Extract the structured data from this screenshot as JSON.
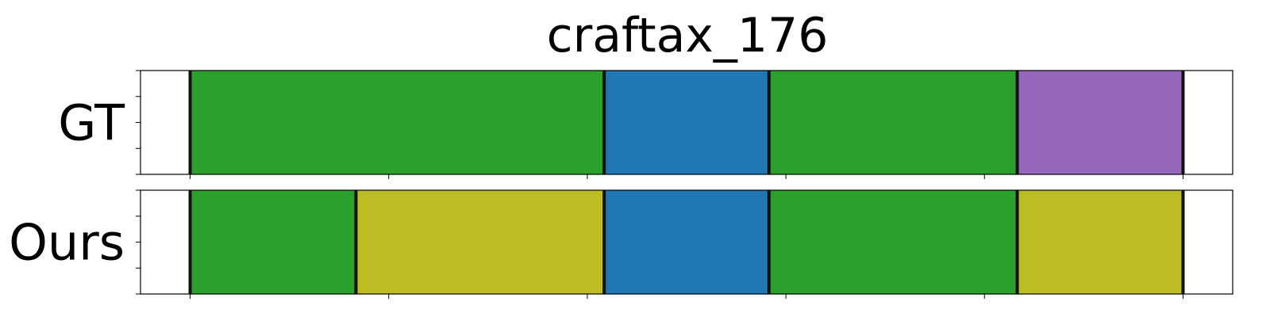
{
  "chart_data": {
    "type": "timeline",
    "title": "craftax_176",
    "xlim": [
      0,
      11
    ],
    "x_ticks": [
      0.5,
      2.5,
      4.5,
      6.5,
      8.5,
      10.5
    ],
    "rows": [
      {
        "label": "GT",
        "segments": [
          {
            "start": 0.5,
            "end": 4.67,
            "color": "#2ca02c"
          },
          {
            "start": 4.67,
            "end": 6.33,
            "color": "#1f77b4"
          },
          {
            "start": 6.33,
            "end": 8.83,
            "color": "#2ca02c"
          },
          {
            "start": 8.83,
            "end": 10.5,
            "color": "#9467bd"
          }
        ]
      },
      {
        "label": "Ours",
        "segments": [
          {
            "start": 0.5,
            "end": 2.17,
            "color": "#2ca02c"
          },
          {
            "start": 2.17,
            "end": 4.67,
            "color": "#bcbd22"
          },
          {
            "start": 4.67,
            "end": 6.33,
            "color": "#1f77b4"
          },
          {
            "start": 6.33,
            "end": 8.83,
            "color": "#2ca02c"
          },
          {
            "start": 8.83,
            "end": 10.5,
            "color": "#bcbd22"
          }
        ]
      }
    ]
  }
}
